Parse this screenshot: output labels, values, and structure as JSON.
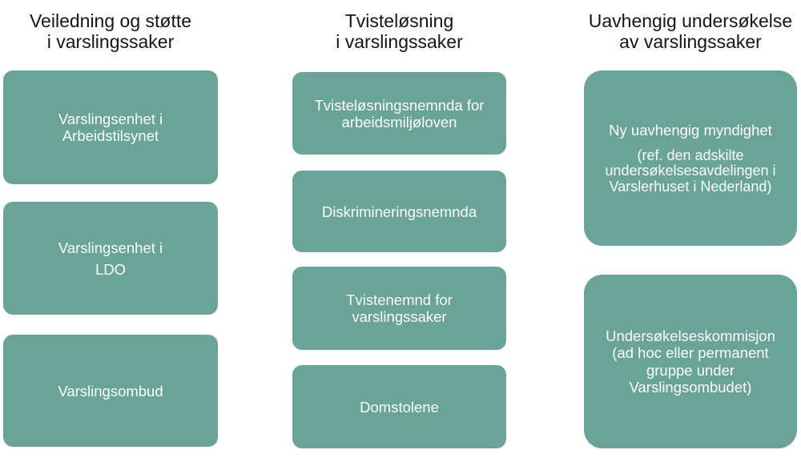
{
  "diagram": {
    "colors": {
      "box_fill": "#69a496",
      "box_text": "#fbfbfb",
      "header_text": "#151515"
    },
    "columns": [
      {
        "header": "Veiledning og støtte\ni varslingssaker",
        "boxes": [
          {
            "text": "Varslingsenhet i\nArbeidstilsynet"
          },
          {
            "text": "Varslingsenhet i\nLDO"
          },
          {
            "text": "Varslingsombud"
          }
        ]
      },
      {
        "header": "Tvisteløsning\ni varslingssaker",
        "boxes": [
          {
            "text": "Tvisteløsningsnemnda for\narbeidsmiljøloven"
          },
          {
            "text": "Diskrimineringsnemnda"
          },
          {
            "text": "Tvistenemnd for\nvarslingssaker"
          },
          {
            "text": "Domstolene"
          }
        ]
      },
      {
        "header": "Uavhengig undersøkelse\nav varslingssaker",
        "boxes": [
          {
            "title": "Ny uavhengig myndighet",
            "subtitle": "(ref. den adskilte\nundersøkelsesavdelingen i\nVarslerhuset i Nederland)"
          },
          {
            "text": "Undersøkelseskommisjon\n(ad hoc eller permanent\ngruppe under\nVarslingsombudet)"
          }
        ]
      }
    ]
  }
}
